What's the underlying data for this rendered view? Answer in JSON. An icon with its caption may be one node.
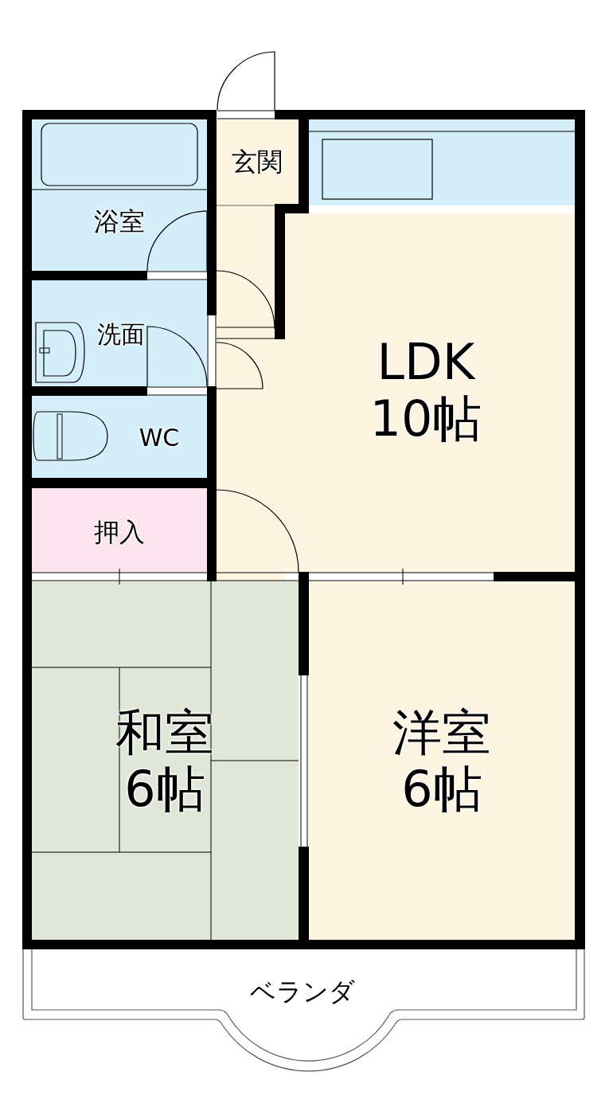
{
  "diagram": {
    "nodes": [
      {
        "text": [
          "浴室"
        ]
      },
      {
        "text": [
          "玄関"
        ]
      },
      {
        "text": [
          "洗面"
        ]
      },
      {
        "text": [
          "WC"
        ]
      },
      {
        "text": [
          "LDK 10帖"
        ]
      },
      {
        "text": [
          "押入"
        ]
      },
      {
        "text": [
          "和室 6帖"
        ]
      },
      {
        "text": [
          "洋室 6帖"
        ]
      },
      {
        "text": [
          "ベランダ"
        ]
      }
    ],
    "edges": []
  }
}
